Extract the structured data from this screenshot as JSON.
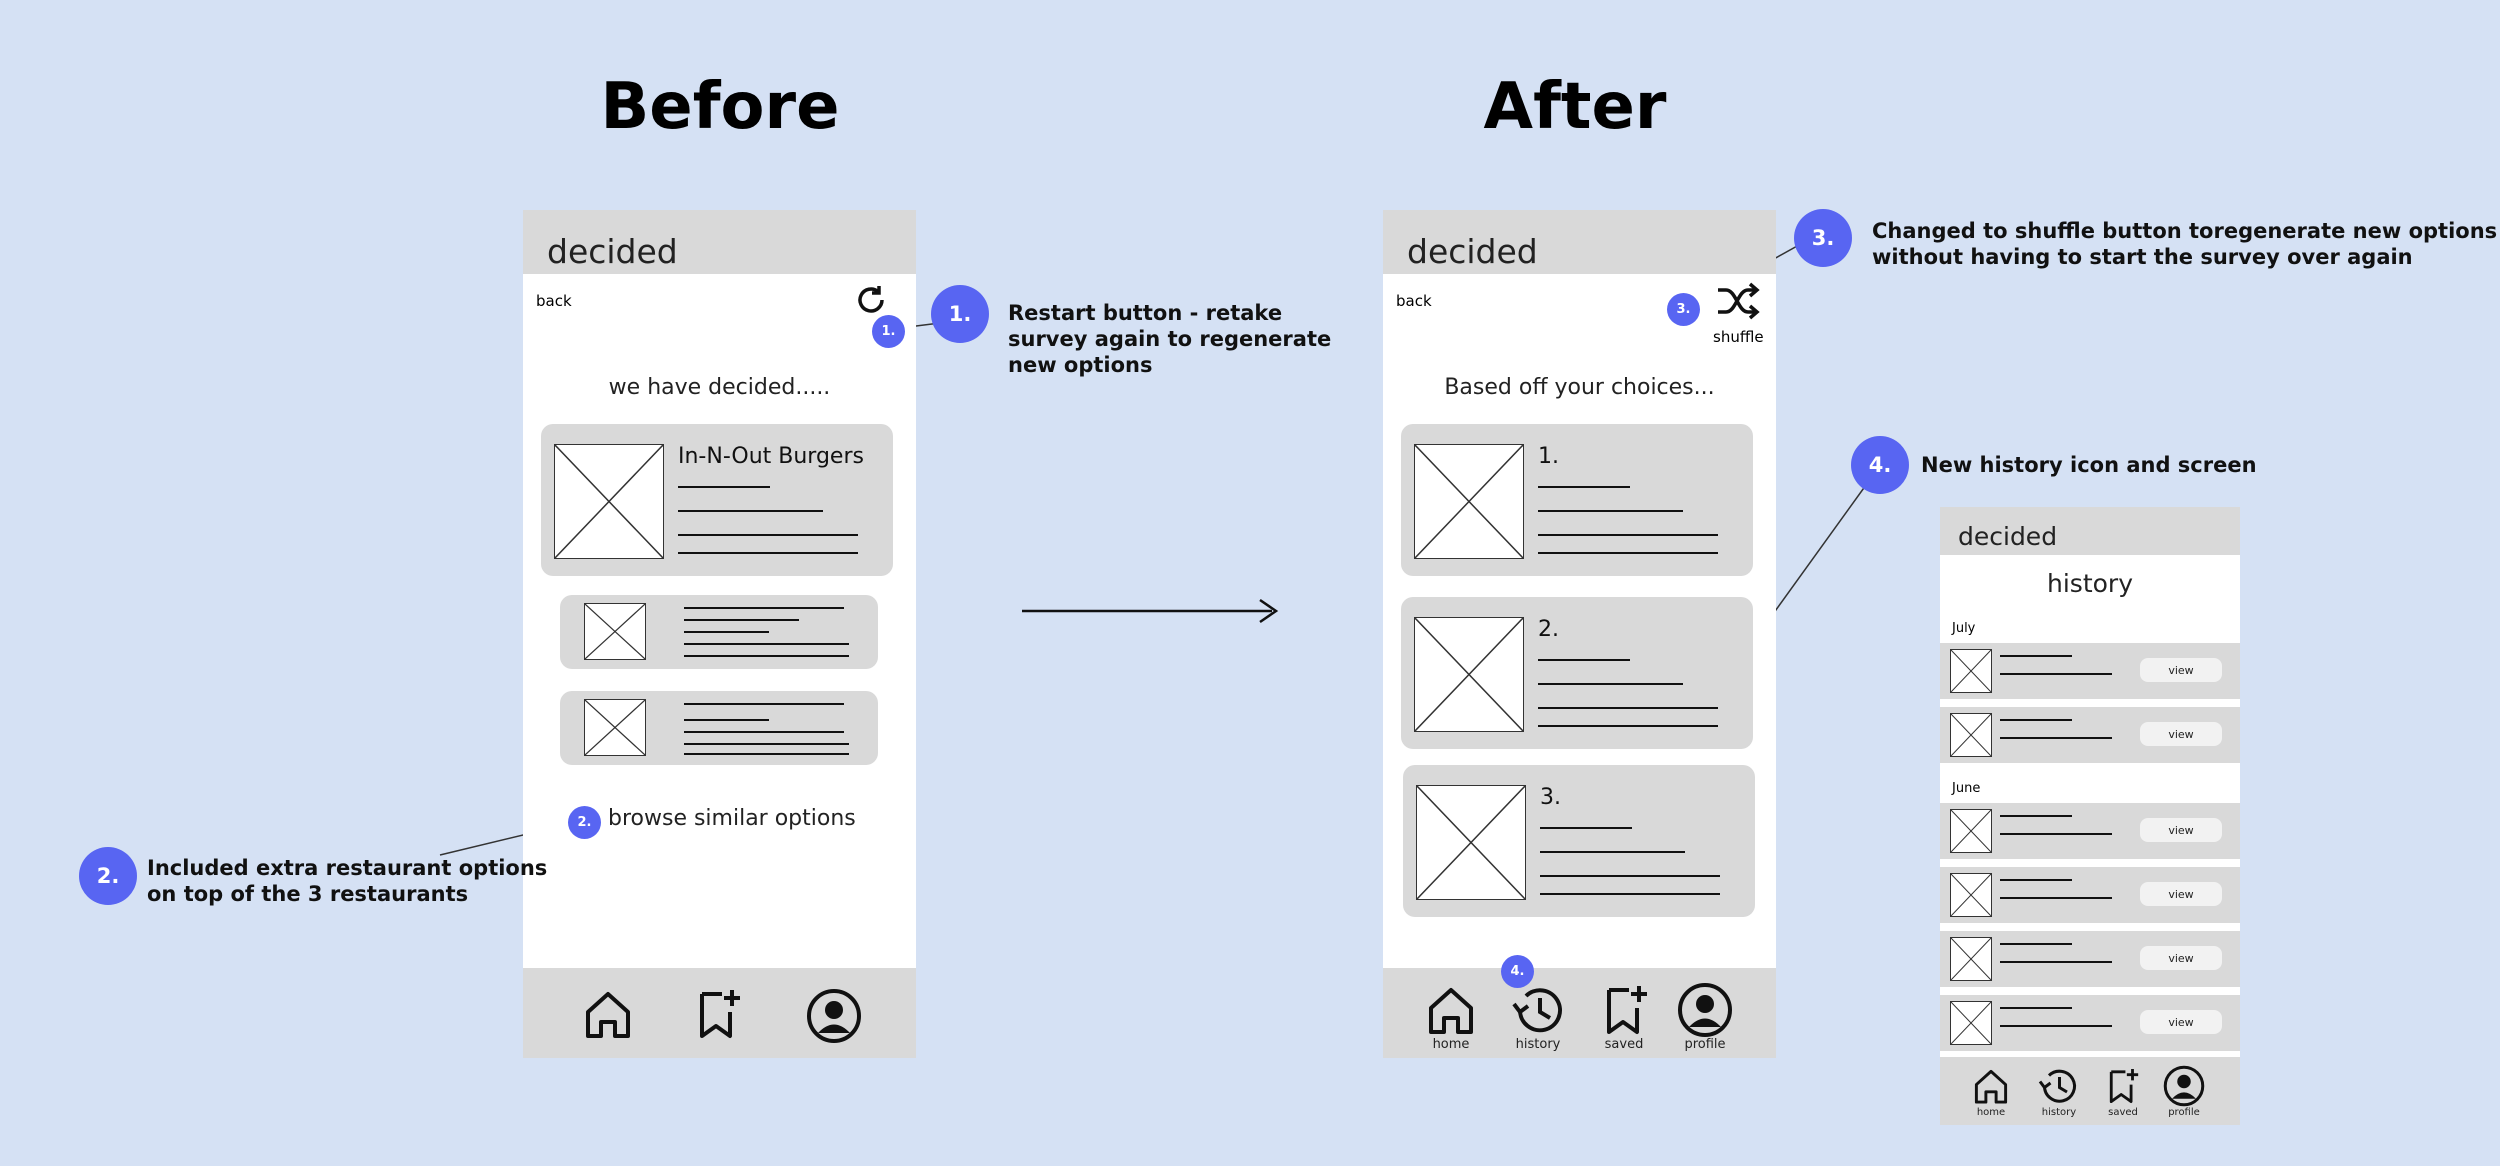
{
  "headings": {
    "before": "Before",
    "after": "After"
  },
  "before_screen": {
    "app_title": "decided",
    "back_label": "back",
    "heading": "we have decided.....",
    "top_card_title": "In-N-Out Burgers",
    "browse_label": "browse similar options",
    "icons": [
      "refresh-icon",
      "home-icon",
      "bookmark-plus-icon",
      "profile-icon"
    ]
  },
  "after_screen": {
    "app_title": "decided",
    "back_label": "back",
    "shuffle_label": "shuffle",
    "heading": "Based off your choices...",
    "cards": [
      {
        "number": "1."
      },
      {
        "number": "2."
      },
      {
        "number": "3."
      }
    ],
    "nav": [
      {
        "label": "home",
        "icon": "home-icon"
      },
      {
        "label": "history",
        "icon": "history-icon"
      },
      {
        "label": "saved",
        "icon": "bookmark-plus-icon"
      },
      {
        "label": "profile",
        "icon": "profile-icon"
      }
    ]
  },
  "history_screen": {
    "app_title": "decided",
    "title": "history",
    "months": [
      "July",
      "June"
    ],
    "view_label": "view",
    "nav": [
      {
        "label": "home"
      },
      {
        "label": "history"
      },
      {
        "label": "saved"
      },
      {
        "label": "profile"
      }
    ]
  },
  "annotations": [
    {
      "number": "1.",
      "text": "Restart  button - retake\nsurvey again to regenerate\nnew options"
    },
    {
      "number": "2.",
      "text": "Included extra restaurant options\non top of the 3 restaurants"
    },
    {
      "number": "3.",
      "text": "Changed to shuffle button toregenerate new options\nwithout having to start the survey over again"
    },
    {
      "number": "4.",
      "text": "New history icon and screen"
    }
  ],
  "colors": {
    "background": "#d5e1f4",
    "accent": "#5865f2",
    "gray": "#d9d9d9"
  }
}
